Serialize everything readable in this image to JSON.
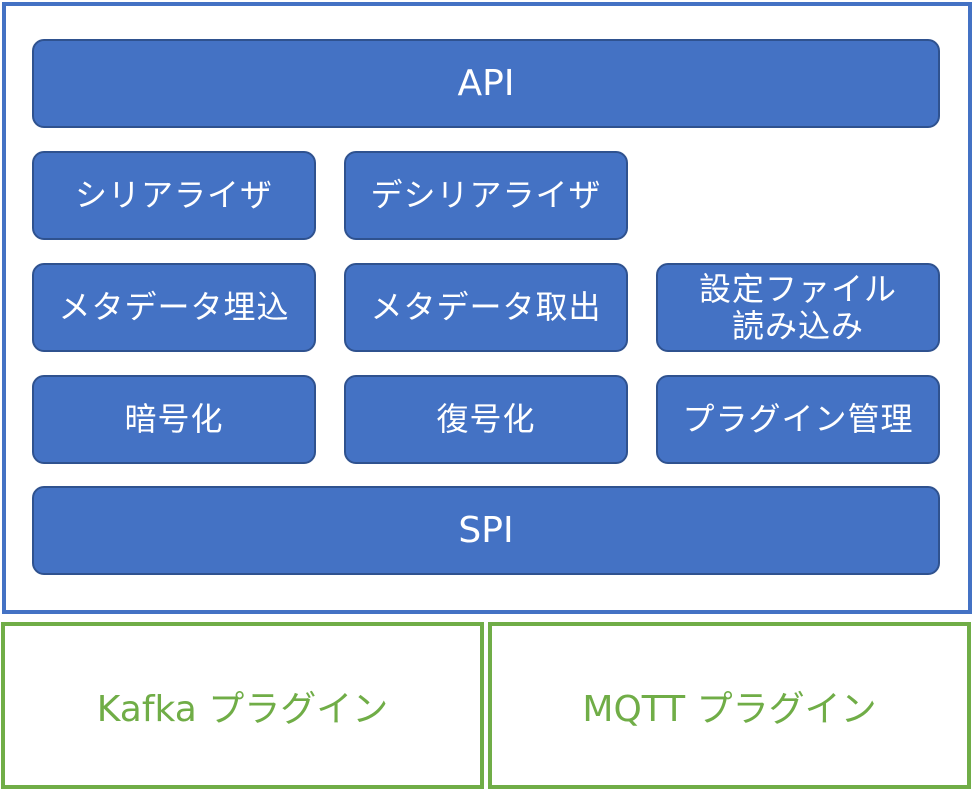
{
  "colors": {
    "block_fill": "#4472c4",
    "block_border": "#2f528f",
    "frame_border": "#4472c4",
    "plugin_border": "#70ad47",
    "plugin_text": "#70ad47"
  },
  "core": {
    "api": "API",
    "serializer": "シリアライザ",
    "deserializer": "デシリアライザ",
    "metadata_embed": "メタデータ埋込",
    "metadata_extract": "メタデータ取出",
    "config_load": "設定ファイル\n読み込み",
    "encrypt": "暗号化",
    "decrypt": "復号化",
    "plugin_manager": "プラグイン管理",
    "spi": "SPI"
  },
  "plugins": {
    "kafka": "Kafka プラグイン",
    "mqtt": "MQTT プラグイン"
  }
}
